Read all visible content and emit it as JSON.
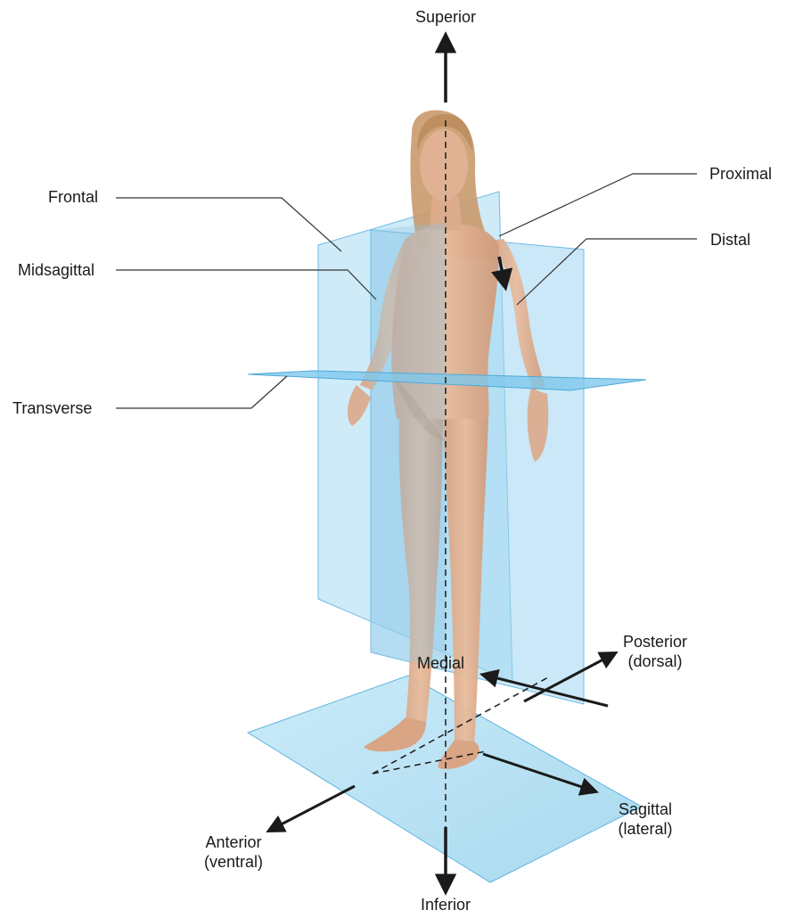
{
  "labels": {
    "superior": "Superior",
    "inferior": "Inferior",
    "frontal": "Frontal",
    "midsagittal": "Midsagittal",
    "transverse": "Transverse",
    "proximal": "Proximal",
    "distal": "Distal",
    "medial": "Medial",
    "posterior": "Posterior",
    "posterior_sub": "(dorsal)",
    "anterior": "Anterior",
    "anterior_sub": "(ventral)",
    "sagittal": "Sagittal",
    "sagittal_sub": "(lateral)"
  },
  "colors": {
    "plane": "#8fd0f0",
    "plane_edge": "#5fb4e0",
    "skin": "#e2b091",
    "skin_shadow": "#c88e6e",
    "hair": "#c99a6b",
    "arrow": "#1a1a1a",
    "leader": "#333333"
  }
}
